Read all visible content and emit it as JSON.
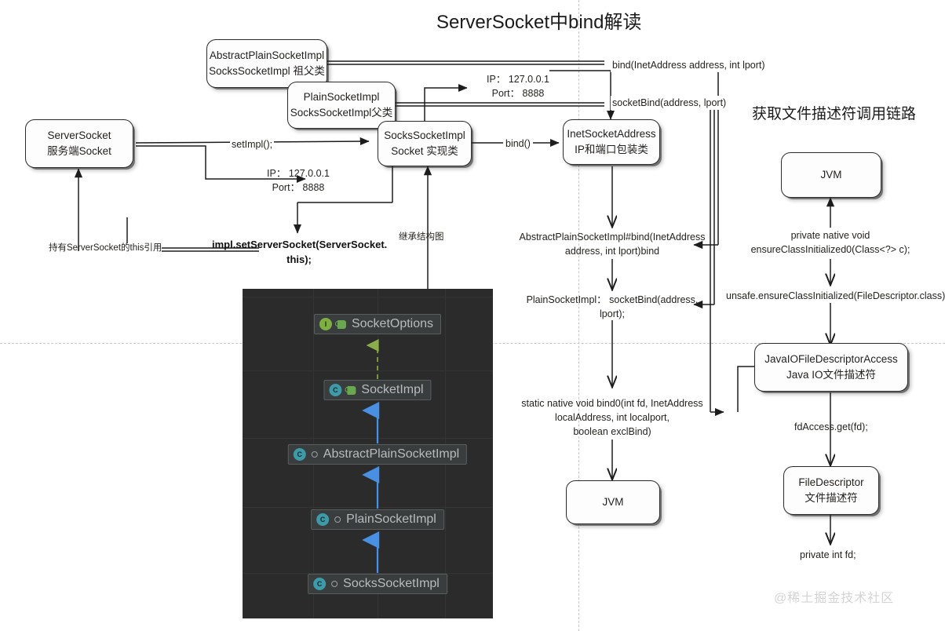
{
  "page": {
    "title": "ServerSocket中bind解读",
    "section_title_right": "获取文件描述符调用链路",
    "watermark": "@稀土掘金技术社区",
    "background": "#ffffff",
    "accent_box_border": "#2b2b2b",
    "ide_panel_bg": "#2b2b2b",
    "ide_inherit_arrow": "#4a90e2",
    "ide_implement_arrow": "#7fae42"
  },
  "boxes": {
    "server_socket": {
      "line1": "ServerSocket",
      "line2": "服务端Socket"
    },
    "abstract_plain": {
      "line1": "AbstractPlainSocketImpl",
      "line2": "SocksSocketImpl 祖父类"
    },
    "plain_socket": {
      "line1": "PlainSocketImpl",
      "line2": "SocksSocketImpl父类"
    },
    "socks_socket": {
      "line1": "SocksSocketImpl",
      "line2": "Socket 实现类"
    },
    "inet_socket_address": {
      "line1": "InetSocketAddress",
      "line2": "IP和端口包装类"
    },
    "jvm_mid": {
      "line1": "JVM"
    },
    "jvm_right": {
      "line1": "JVM"
    },
    "javaio_fd_access": {
      "line1": "JavaIOFileDescriptorAccess",
      "line2": "Java IO文件描述符"
    },
    "file_descriptor": {
      "line1": "FileDescriptor",
      "line2": "文件描述符"
    }
  },
  "labels": {
    "set_impl": "setImpl();",
    "ip_port_left": "IP： 127.0.0.1\nPort： 8888",
    "ip_port_top": "IP： 127.0.0.1\nPort： 8888",
    "bind_inet": "bind(InetAddress address, int lport)",
    "socket_bind": "socketBind(address, lport)",
    "bind_call": "bind()",
    "hold_this_ref": "持有ServerSocket的this引用",
    "impl_set_server_socket": "impl.setServerSocket(ServerSocket.\nthis);",
    "inherit_diagram": "继承结构图",
    "abstract_plain_bind": "AbstractPlainSocketImpl#bind(InetAddress\naddress, int lport)bind",
    "plain_socket_bind": "PlainSocketImpl： socketBind(address,\nlport);",
    "static_native_bind0": "static native void bind0(int fd, InetAddress\nlocalAddress, int localport,\nboolean exclBind)",
    "private_native_ensure": "private native void\nensureClassInitialized0(Class<?> c);",
    "unsafe_ensure": "unsafe.ensureClassInitialized(FileDescriptor.class)",
    "fd_access_get": "fdAccess.get(fd);",
    "private_int_fd": "private int fd;"
  },
  "ide_hierarchy": {
    "nodes": [
      {
        "name": "SocketOptions",
        "kind": "interface",
        "badge": "lock"
      },
      {
        "name": "SocketImpl",
        "kind": "class",
        "badge": "lock"
      },
      {
        "name": "AbstractPlainSocketImpl",
        "kind": "class",
        "badge": "dot"
      },
      {
        "name": "PlainSocketImpl",
        "kind": "class",
        "badge": "dot"
      },
      {
        "name": "SocksSocketImpl",
        "kind": "class",
        "badge": "dot"
      }
    ],
    "icon_letters": {
      "interface": "I",
      "class": "C"
    }
  }
}
